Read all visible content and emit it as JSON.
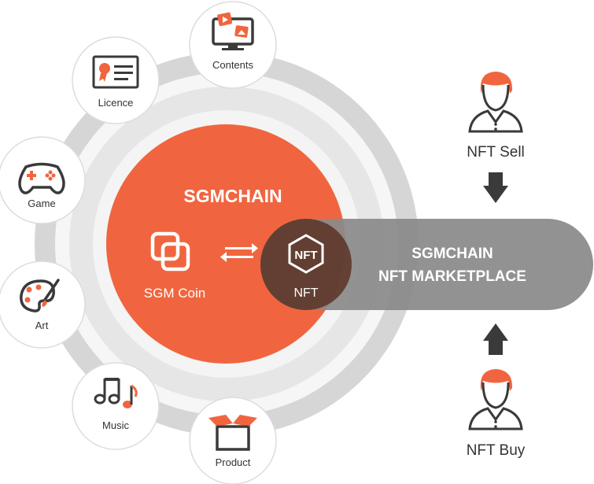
{
  "title": "SGMCHAIN",
  "coin": {
    "label": "SGM Coin"
  },
  "nft": {
    "label": "NFT",
    "logo_text": "NFT"
  },
  "marketplace": {
    "line1": "SGMCHAIN",
    "line2": "NFT MARKETPLACE"
  },
  "categories": [
    {
      "label": "Contents",
      "icon": "monitor-media-icon"
    },
    {
      "label": "Licence",
      "icon": "certificate-icon"
    },
    {
      "label": "Game",
      "icon": "gamepad-icon"
    },
    {
      "label": "Art",
      "icon": "palette-icon"
    },
    {
      "label": "Music",
      "icon": "music-notes-icon"
    },
    {
      "label": "Product",
      "icon": "box-icon"
    }
  ],
  "sell": {
    "label": "NFT Sell"
  },
  "buy": {
    "label": "NFT Buy"
  },
  "colors": {
    "brand": "#f0653f",
    "ring_outer": "#d4d4d4",
    "ring_inner": "#e5e5e5",
    "pill": "#8b8b8b",
    "dark": "#3a3a3a"
  }
}
